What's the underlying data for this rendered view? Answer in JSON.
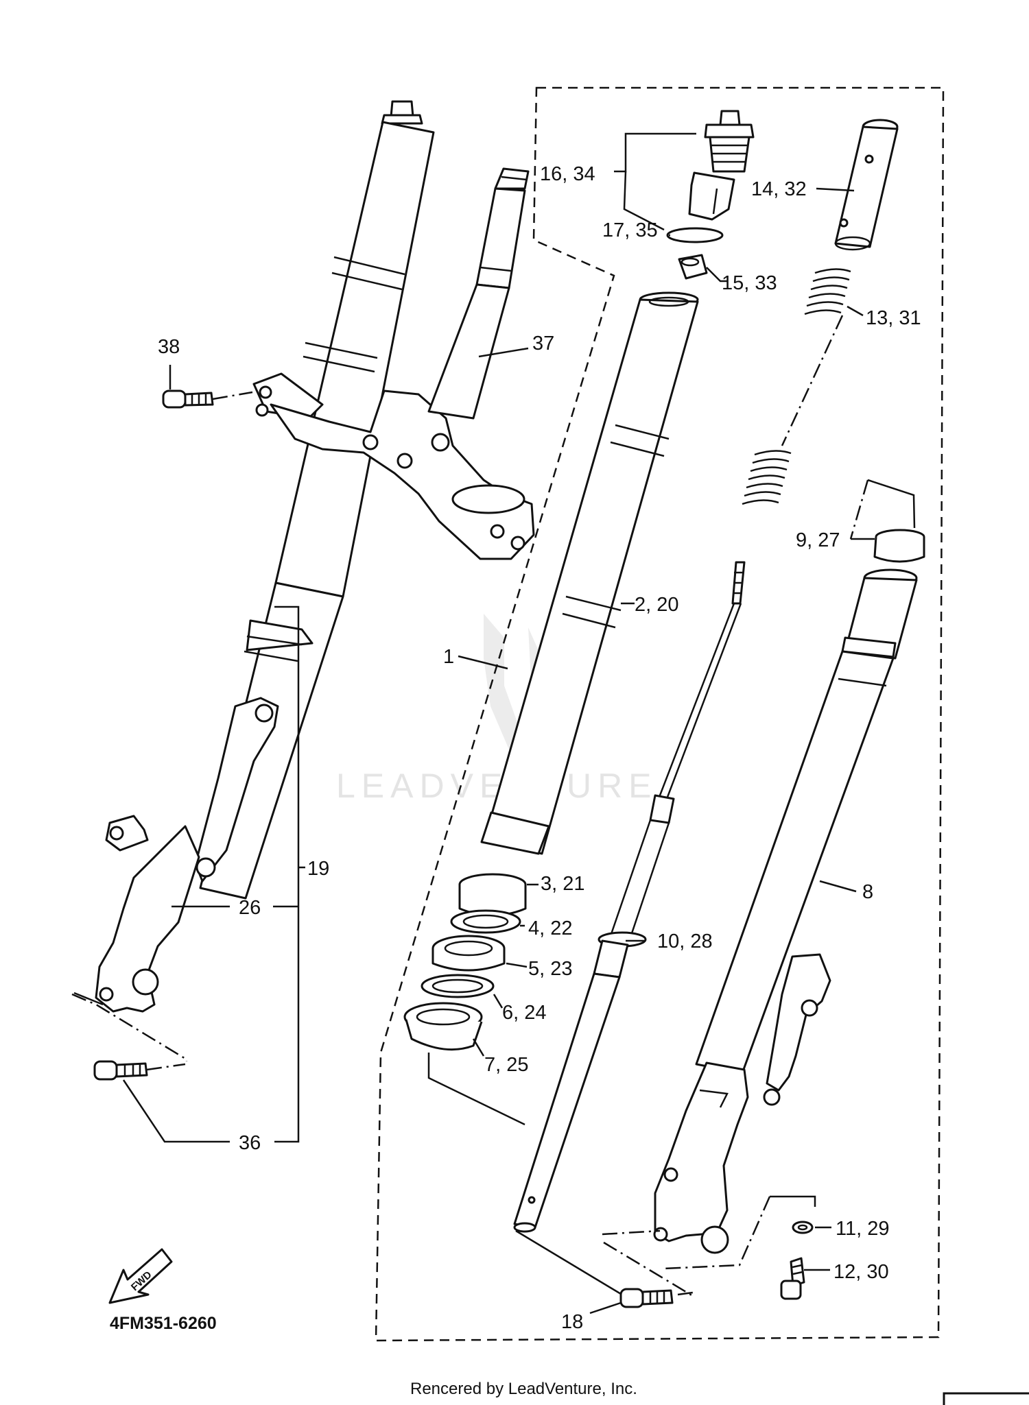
{
  "diagram": {
    "callouts": [
      {
        "id": "c1",
        "text": "1"
      },
      {
        "id": "c2",
        "text": "2, 20"
      },
      {
        "id": "c3",
        "text": "3, 21"
      },
      {
        "id": "c4",
        "text": "4, 22"
      },
      {
        "id": "c5",
        "text": "5, 23"
      },
      {
        "id": "c6",
        "text": "6, 24"
      },
      {
        "id": "c7",
        "text": "7, 25"
      },
      {
        "id": "c8",
        "text": "8"
      },
      {
        "id": "c9",
        "text": "9, 27"
      },
      {
        "id": "c10",
        "text": "10, 28"
      },
      {
        "id": "c11",
        "text": "11, 29"
      },
      {
        "id": "c12",
        "text": "12, 30"
      },
      {
        "id": "c13",
        "text": "13, 31"
      },
      {
        "id": "c14",
        "text": "14, 32"
      },
      {
        "id": "c15",
        "text": "15, 33"
      },
      {
        "id": "c16",
        "text": "16, 34"
      },
      {
        "id": "c17",
        "text": "17, 35"
      },
      {
        "id": "c18",
        "text": "18"
      },
      {
        "id": "c19",
        "text": "19"
      },
      {
        "id": "c26",
        "text": "26"
      },
      {
        "id": "c36",
        "text": "36"
      },
      {
        "id": "c37",
        "text": "37"
      },
      {
        "id": "c38",
        "text": "38"
      }
    ],
    "diagram_code": "4FM351-6260",
    "fwd_arrow_label": "FWD",
    "watermark": "LEADVENTURE",
    "footer": "Rencered by LeadVenture, Inc."
  }
}
